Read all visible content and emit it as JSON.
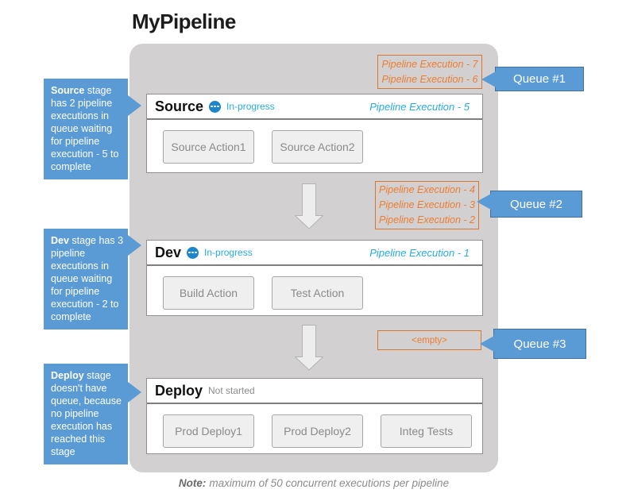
{
  "title": "MyPipeline",
  "stages": [
    {
      "name": "Source",
      "status": "In-progress",
      "execution": "Pipeline Execution - 5",
      "actions": [
        "Source Action1",
        "Source Action2"
      ]
    },
    {
      "name": "Dev",
      "status": "In-progress",
      "execution": "Pipeline Execution - 1",
      "actions": [
        "Build Action",
        "Test Action"
      ]
    },
    {
      "name": "Deploy",
      "status": "Not started",
      "execution": "",
      "actions": [
        "Prod Deploy1",
        "Prod Deploy2",
        "Integ Tests"
      ]
    }
  ],
  "queues": [
    {
      "label": "Queue #1",
      "items": [
        "Pipeline Execution - 7",
        "Pipeline Execution - 6"
      ]
    },
    {
      "label": "Queue #2",
      "items": [
        "Pipeline Execution - 4",
        "Pipeline Execution - 3",
        "Pipeline Execution - 2"
      ]
    },
    {
      "label": "Queue #3",
      "items": [
        "<empty>"
      ]
    }
  ],
  "callouts": [
    {
      "bold": "Source",
      "text": " stage has 2 pipeline executions in queue waiting for pipeline execution - 5 to complete"
    },
    {
      "bold": "Dev",
      "text": " stage has 3 pipeline executions in queue waiting for pipeline execution - 2 to complete"
    },
    {
      "bold": "Deploy",
      "text": " stage doesn't have queue, because no pipeline execution has reached this stage"
    }
  ],
  "note": {
    "label": "Note:",
    "text": "maximum of 50 concurrent executions per pipeline"
  },
  "icons": {
    "status_in_progress": "ellipsis-in-circle"
  },
  "colors": {
    "callout_blue": "#5b9bd5",
    "queue_border_blue": "#41719c",
    "orange": "#ed7d31",
    "status_blue": "#29abe2",
    "icon_blue": "#1d86ca",
    "container_gray": "#d2d0d0"
  }
}
